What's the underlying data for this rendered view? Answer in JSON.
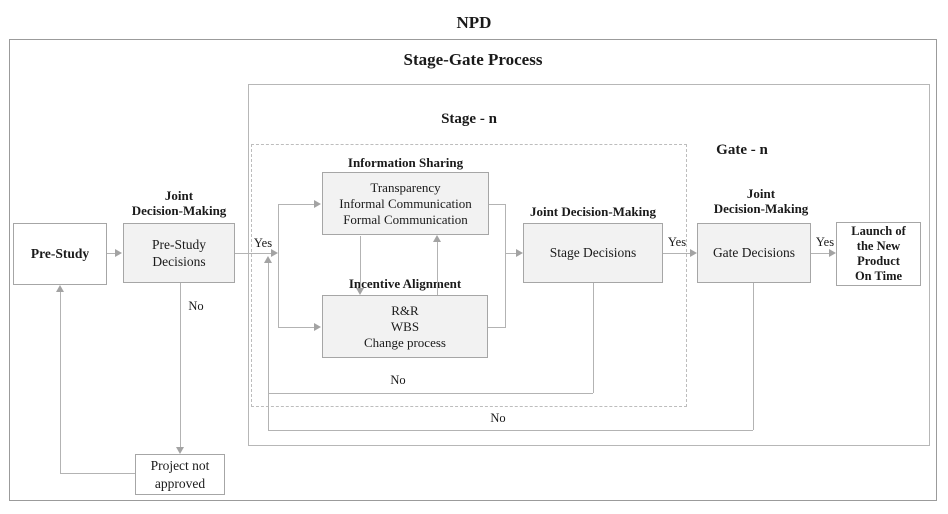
{
  "titles": {
    "main": "NPD",
    "process": "Stage-Gate Process",
    "stage": "Stage - n",
    "gate": "Gate - n"
  },
  "nodes": {
    "pre_study": {
      "label": "Pre-Study"
    },
    "pre_study_decisions": {
      "header": [
        "Joint",
        "Decision-Making"
      ],
      "lines": [
        "Pre-Study",
        "Decisions"
      ]
    },
    "information_sharing": {
      "header": "Information Sharing",
      "lines": [
        "Transparency",
        "Informal Communication",
        "Formal Communication"
      ]
    },
    "incentive_alignment": {
      "header": "Incentive Alignment",
      "lines": [
        "R&R",
        "WBS",
        "Change process"
      ]
    },
    "stage_decisions": {
      "header": "Joint Decision-Making",
      "label": "Stage Decisions"
    },
    "gate_decisions": {
      "header": [
        "Joint",
        "Decision-Making"
      ],
      "label": "Gate Decisions"
    },
    "launch": {
      "lines": [
        "Launch of",
        "the New",
        "Product",
        "On Time"
      ]
    },
    "project_not_approved": {
      "lines": [
        "Project not",
        "approved"
      ]
    }
  },
  "edge_labels": {
    "pre_study_yes": "Yes",
    "pre_study_no": "No",
    "stage_yes": "Yes",
    "gate_yes": "Yes",
    "stage_no": "No",
    "gate_no": "No"
  },
  "colors": {
    "connector_line": "#b3b3b3",
    "arrowhead": "#a3a3a3",
    "box_border": "#a6a6a6",
    "shaded_box_fill": "#f2f2f2",
    "text": "#1a1a1a",
    "background": "#ffffff"
  }
}
